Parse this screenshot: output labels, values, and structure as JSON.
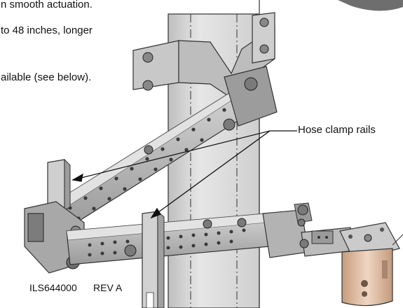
{
  "body_text": {
    "line1": "n smooth actuation.",
    "line2": "to 48 inches, longer",
    "line3": "ailable (see below)."
  },
  "callout": {
    "label": "Hose clamp rails"
  },
  "drawing_id": {
    "number": "ILS644000",
    "revision": "REV A"
  },
  "colors": {
    "steel": "#b9b9b9",
    "steel_dark": "#6f6f6f",
    "pole": "#d7d7d7",
    "bronze": "#d9b79c",
    "ink": "#111111"
  }
}
